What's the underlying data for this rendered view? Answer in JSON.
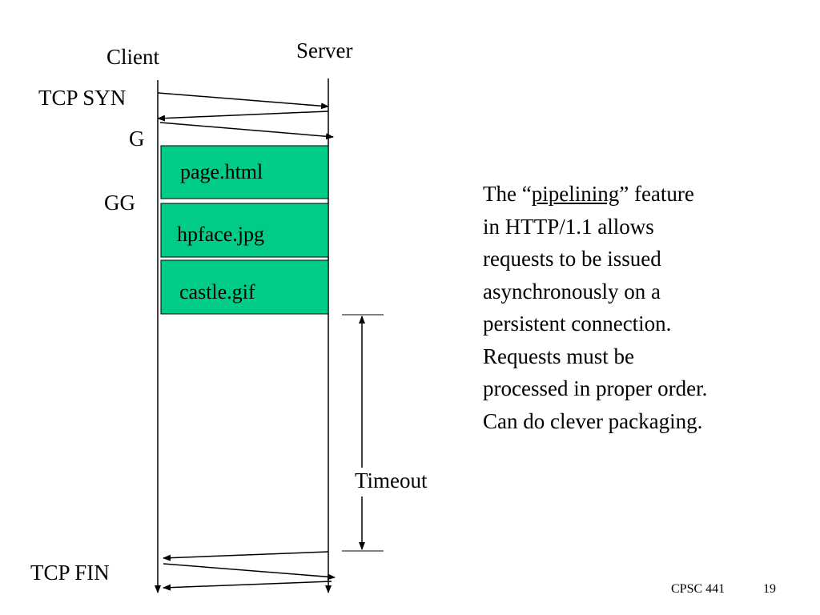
{
  "labels": {
    "client": "Client",
    "server": "Server",
    "tcp_syn": "TCP SYN",
    "g": "G",
    "gg": "GG",
    "tcp_fin": "TCP FIN",
    "timeout": "Timeout"
  },
  "boxes": [
    "page.html",
    "hpface.jpg",
    "castle.gif"
  ],
  "box_color": "#00cc88",
  "description": {
    "pre": "The “",
    "term": "pipelining",
    "post": "” feature",
    "lines": [
      "in HTTP/1.1 allows",
      "requests to be issued",
      "asynchronously on a",
      "persistent connection.",
      "Requests must be",
      "processed in proper order.",
      "Can do clever packaging."
    ]
  },
  "footer": {
    "course": "CPSC 441",
    "page": "19"
  }
}
